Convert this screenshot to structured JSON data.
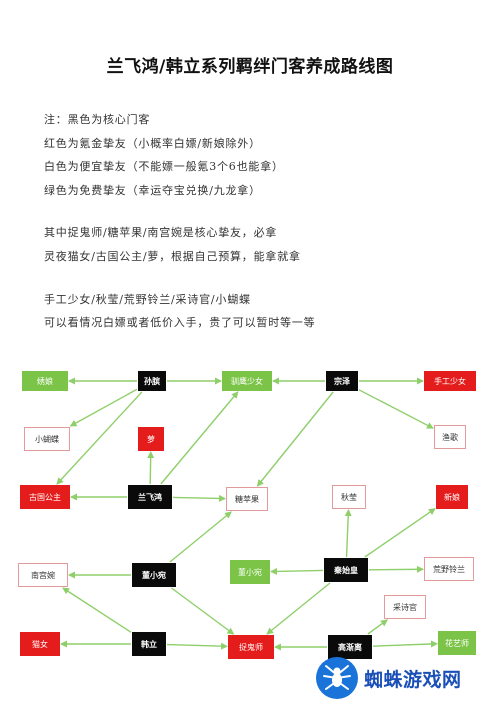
{
  "title": "兰飞鸿/韩立系列羁绊门客养成路线图",
  "notes": [
    "注：黑色为核心门客",
    "红色为氪金挚友（小概率白嫖/新娘除外）",
    "白色为便宜挚友（不能嫖一般氪3个6也能拿）",
    "绿色为免费挚友（幸运夺宝兑换/九龙拿）",
    "",
    "其中捉鬼师/糖苹果/南宫婉是核心挚友，必拿",
    "灵夜猫女/古国公主/萝，根据自己预算，能拿就拿",
    "",
    "手工少女/秋莹/荒野铃兰/采诗官/小蝴蝶",
    "可以看情况白嫖或者低价入手，贵了可以暂时等一等"
  ],
  "colors": {
    "core": "#0a0a0a",
    "red": "#e51c1c",
    "white_border": "#e39a9a",
    "green": "#7cc447",
    "arrow": "#8fcf6a"
  },
  "nodes": [
    {
      "id": "jiangniang",
      "label": "绣娘",
      "type": "green"
    },
    {
      "id": "sunbin",
      "label": "孙膑",
      "type": "core"
    },
    {
      "id": "xunying",
      "label": "驯鹰少女",
      "type": "green"
    },
    {
      "id": "zongze",
      "label": "宗泽",
      "type": "core"
    },
    {
      "id": "shougong",
      "label": "手工少女",
      "type": "red"
    },
    {
      "id": "xiaohudie",
      "label": "小蝴蝶",
      "type": "white"
    },
    {
      "id": "luo",
      "label": "萝",
      "type": "red"
    },
    {
      "id": "yuge",
      "label": "渔歌",
      "type": "white"
    },
    {
      "id": "guguo",
      "label": "古国公主",
      "type": "red"
    },
    {
      "id": "lanfeihong",
      "label": "兰飞鸿",
      "type": "core"
    },
    {
      "id": "tangpingguo",
      "label": "糖苹果",
      "type": "white"
    },
    {
      "id": "qiuying",
      "label": "秋莹",
      "type": "white"
    },
    {
      "id": "xinniang",
      "label": "新娘",
      "type": "red"
    },
    {
      "id": "nangongwan",
      "label": "南宫婉",
      "type": "white"
    },
    {
      "id": "dongxiaowan",
      "label": "董小宛",
      "type": "core"
    },
    {
      "id": "dongxiaowan2",
      "label": "董小宛",
      "type": "green"
    },
    {
      "id": "qinshihuang",
      "label": "秦始皇",
      "type": "core"
    },
    {
      "id": "huangye",
      "label": "荒野铃兰",
      "type": "white"
    },
    {
      "id": "caishiguan",
      "label": "采诗官",
      "type": "white"
    },
    {
      "id": "maonv",
      "label": "猫女",
      "type": "red"
    },
    {
      "id": "hanli",
      "label": "韩立",
      "type": "core"
    },
    {
      "id": "zhuoguishi",
      "label": "捉鬼师",
      "type": "red"
    },
    {
      "id": "gaojianli",
      "label": "高渐离",
      "type": "core"
    },
    {
      "id": "huayishi",
      "label": "花艺师",
      "type": "green"
    }
  ],
  "edges": [
    [
      "sunbin",
      "jiangniang"
    ],
    [
      "sunbin",
      "xunying"
    ],
    [
      "zongze",
      "xunying"
    ],
    [
      "zongze",
      "shougong"
    ],
    [
      "sunbin",
      "xiaohudie"
    ],
    [
      "sunbin",
      "guguo"
    ],
    [
      "zongze",
      "yuge"
    ],
    [
      "zongze",
      "tangpingguo"
    ],
    [
      "lanfeihong",
      "luo"
    ],
    [
      "lanfeihong",
      "guguo"
    ],
    [
      "lanfeihong",
      "tangpingguo"
    ],
    [
      "lanfeihong",
      "xunying"
    ],
    [
      "dongxiaowan",
      "nangongwan"
    ],
    [
      "dongxiaowan",
      "tangpingguo"
    ],
    [
      "dongxiaowan",
      "zhuoguishi"
    ],
    [
      "qinshihuang",
      "dongxiaowan2"
    ],
    [
      "qinshihuang",
      "qiuying"
    ],
    [
      "qinshihuang",
      "xinniang"
    ],
    [
      "qinshihuang",
      "huangye"
    ],
    [
      "qinshihuang",
      "zhuoguishi"
    ],
    [
      "hanli",
      "maonv"
    ],
    [
      "hanli",
      "nangongwan"
    ],
    [
      "hanli",
      "zhuoguishi"
    ],
    [
      "gaojianli",
      "caishiguan"
    ],
    [
      "gaojianli",
      "huayishi"
    ],
    [
      "gaojianli",
      "zhuoguishi"
    ]
  ],
  "watermark": {
    "text": "蜘蛛游戏网",
    "icon": "spider-icon"
  }
}
